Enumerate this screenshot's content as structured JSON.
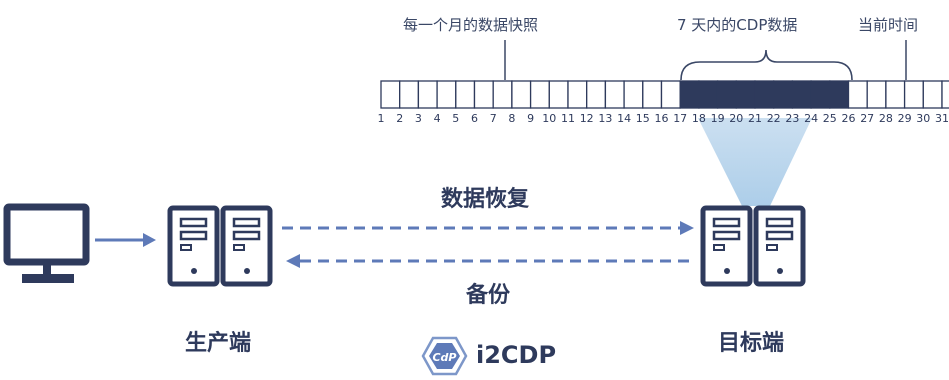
{
  "timeline": {
    "snapshot_label": "每一个月的数据快照",
    "cdp_label": "7 天内的CDP数据",
    "current_label": "当前时间",
    "days": [
      "1",
      "2",
      "3",
      "4",
      "5",
      "6",
      "7",
      "8",
      "9",
      "10",
      "11",
      "12",
      "13",
      "14",
      "15",
      "16",
      "17",
      "18",
      "19",
      "20",
      "21",
      "22",
      "23",
      "24",
      "25",
      "26",
      "27",
      "28",
      "29",
      "30",
      "31"
    ],
    "snapshot_day": 8,
    "cdp_start_day": 17,
    "cdp_end_day": 25,
    "current_day": 29,
    "highlight_color": "#2e3a5c"
  },
  "flow": {
    "recovery_label": "数据恢复",
    "backup_label": "备份"
  },
  "nodes": {
    "source_label": "生产端",
    "target_label": "目标端"
  },
  "brand": {
    "logo_text": "CdP",
    "name": "i2CDP"
  },
  "colors": {
    "primary": "#2e3a5c",
    "arrow": "#5e7ab8",
    "beam": "#a9cbe6"
  }
}
